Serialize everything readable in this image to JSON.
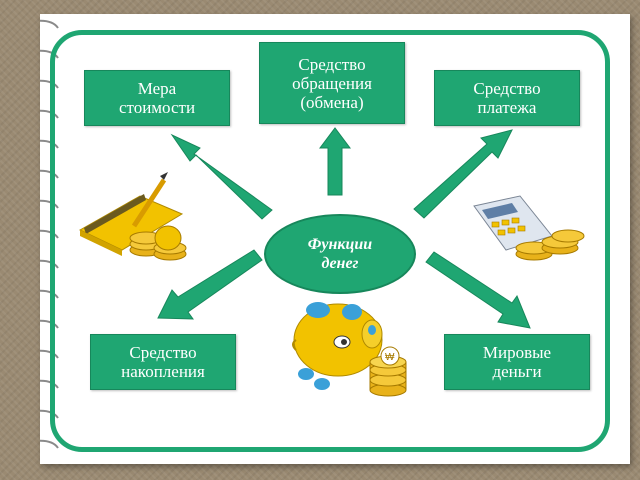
{
  "diagram": {
    "center": "Функции\nденег",
    "functions": [
      {
        "id": "measure",
        "label": "Мера\nстоимости"
      },
      {
        "id": "circulation",
        "label": "Средство\nобращения\n(обмена)"
      },
      {
        "id": "payment",
        "label": "Средство\nплатежа"
      },
      {
        "id": "accumulation",
        "label": "Средство\nнакопления"
      },
      {
        "id": "world",
        "label": "Мировые\nденьги"
      }
    ]
  },
  "colors": {
    "accent": "#1fa672",
    "accent_dark": "#17875b",
    "gold": "#f2c200",
    "coin": "#e8b21a"
  },
  "icons": [
    "credit-card-coins-icon",
    "calculator-coins-icon",
    "piggy-bank-icon",
    "won-coin-stack-icon"
  ]
}
